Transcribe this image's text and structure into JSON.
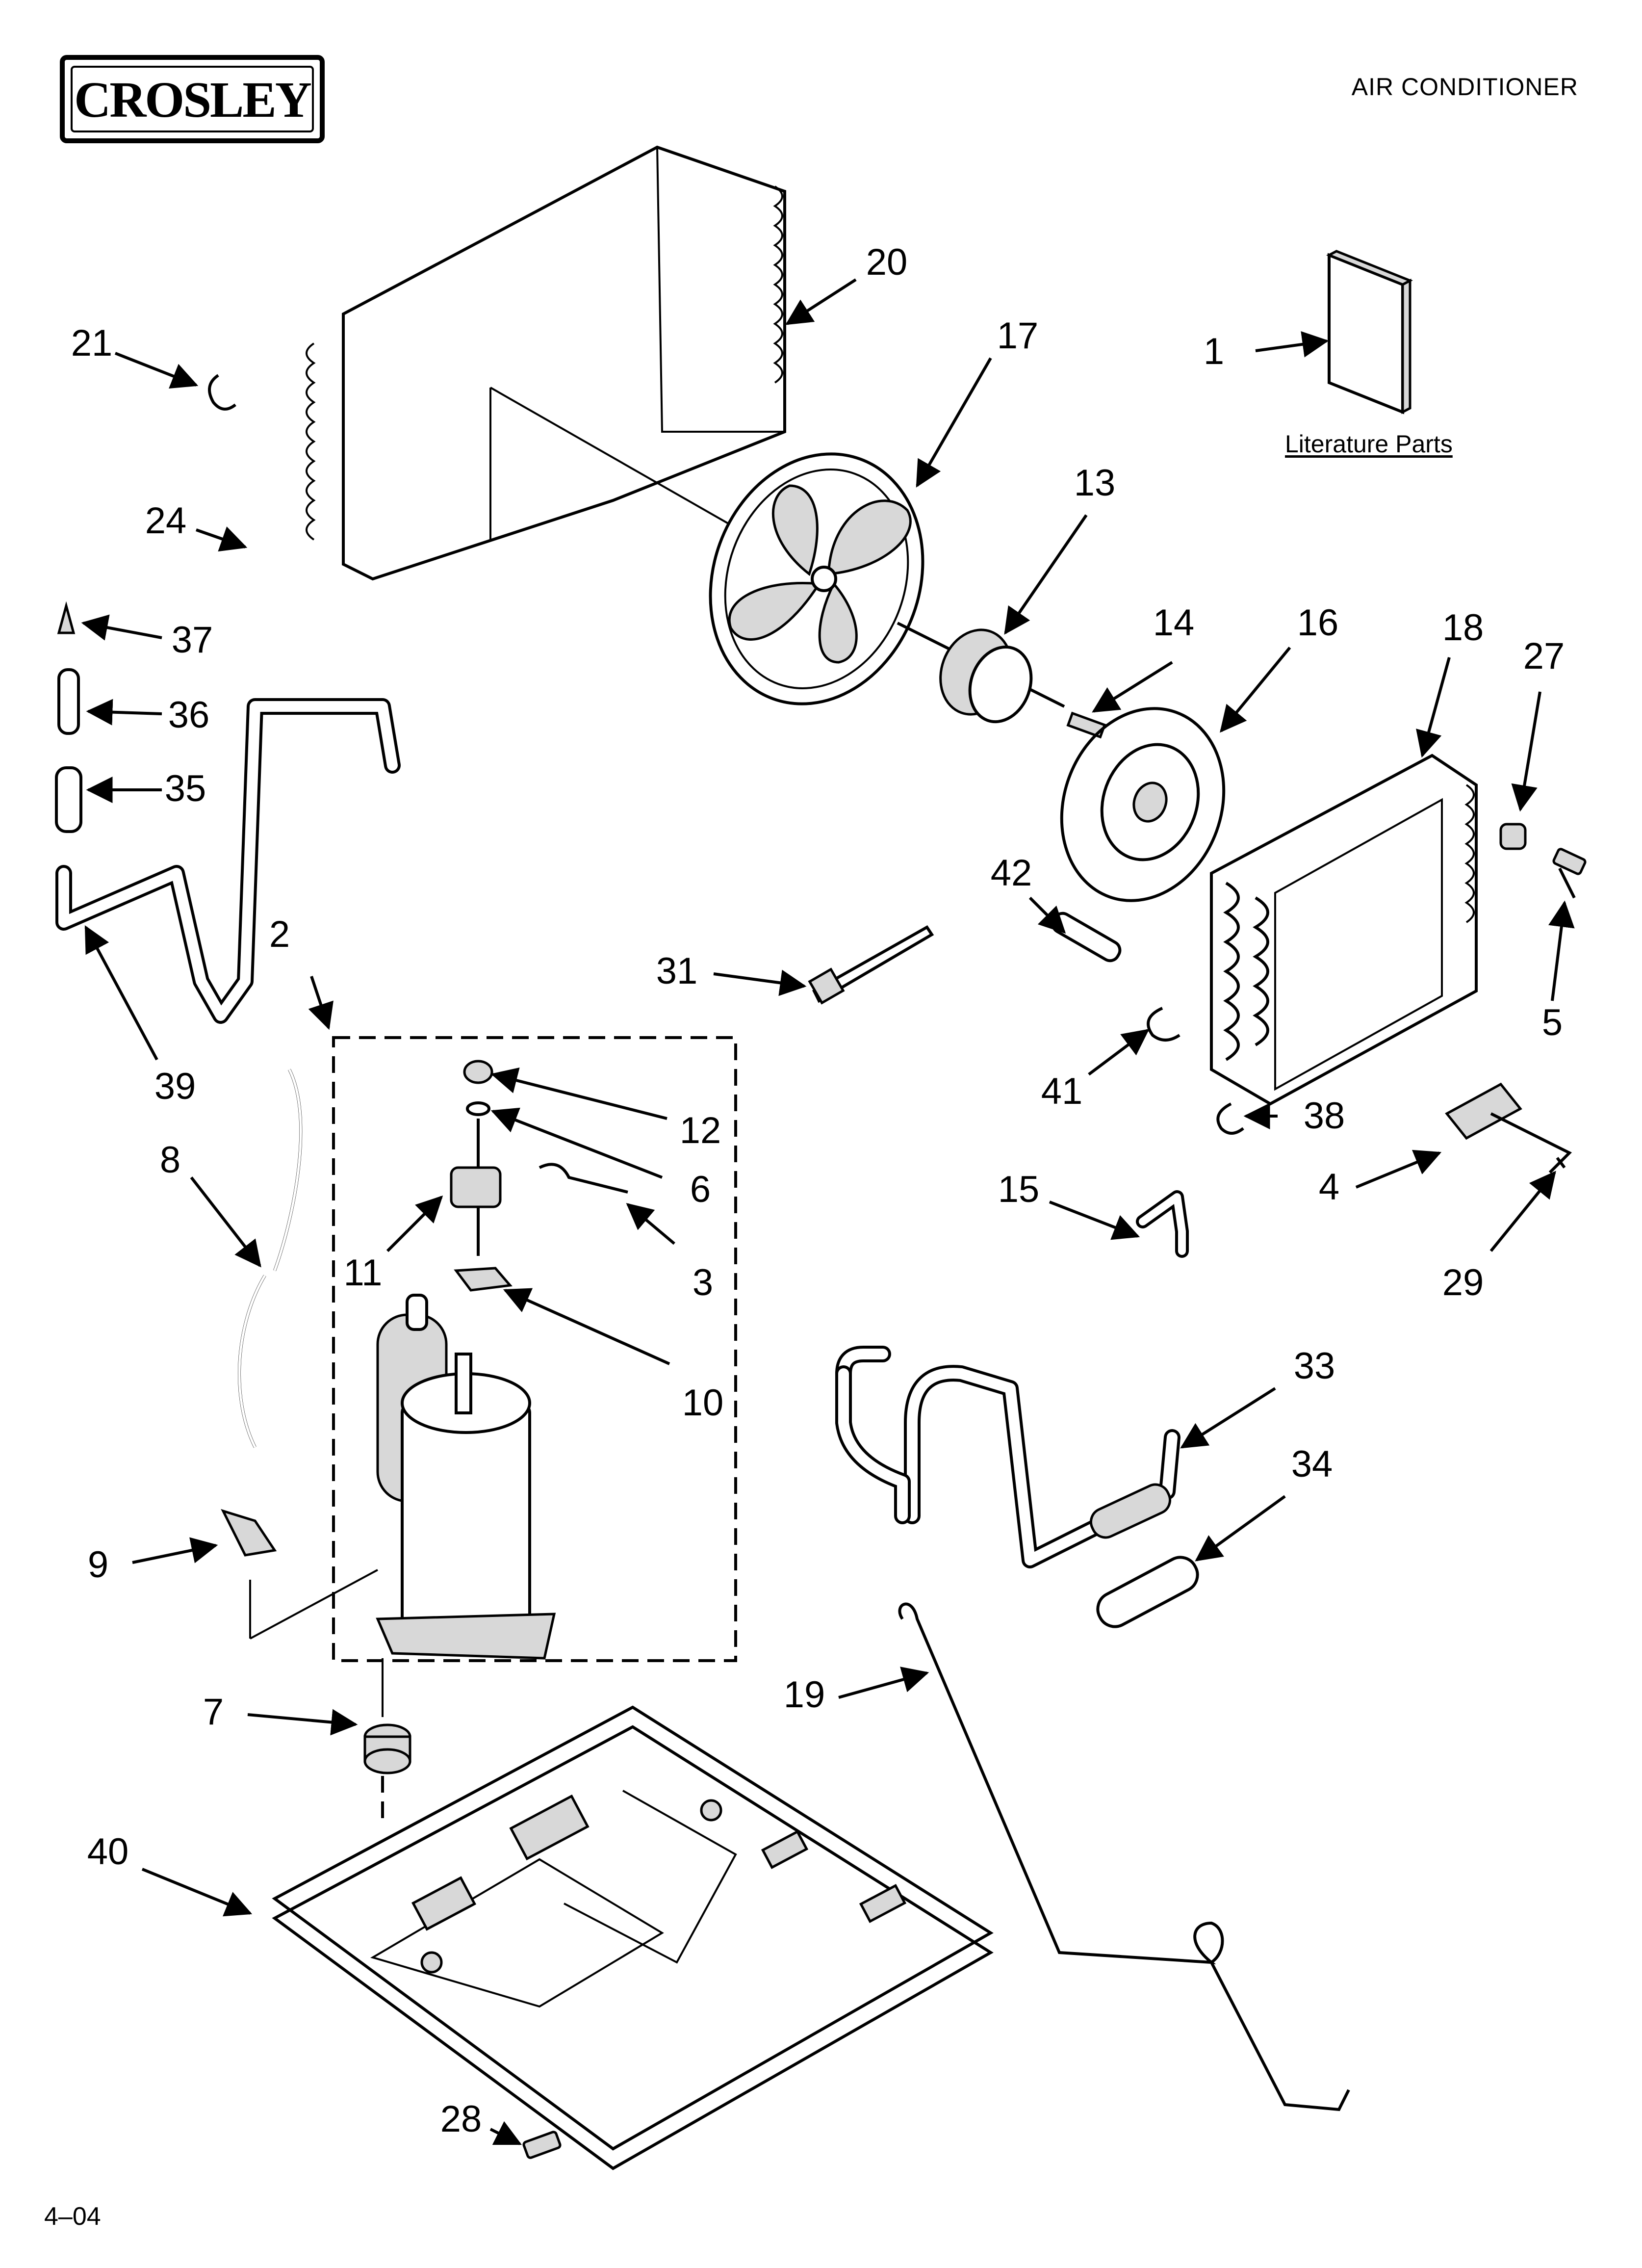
{
  "header": {
    "brand": "CROSLEY",
    "title": "AIR CONDITIONER"
  },
  "literature_label": "Literature Parts",
  "footer_code": "4–04",
  "callouts": [
    "1",
    "2",
    "3",
    "4",
    "5",
    "6",
    "7",
    "8",
    "9",
    "10",
    "11",
    "12",
    "13",
    "14",
    "15",
    "16",
    "17",
    "18",
    "19",
    "20",
    "21",
    "24",
    "27",
    "28",
    "29",
    "31",
    "33",
    "34",
    "35",
    "36",
    "37",
    "38",
    "39",
    "40",
    "41",
    "42"
  ]
}
